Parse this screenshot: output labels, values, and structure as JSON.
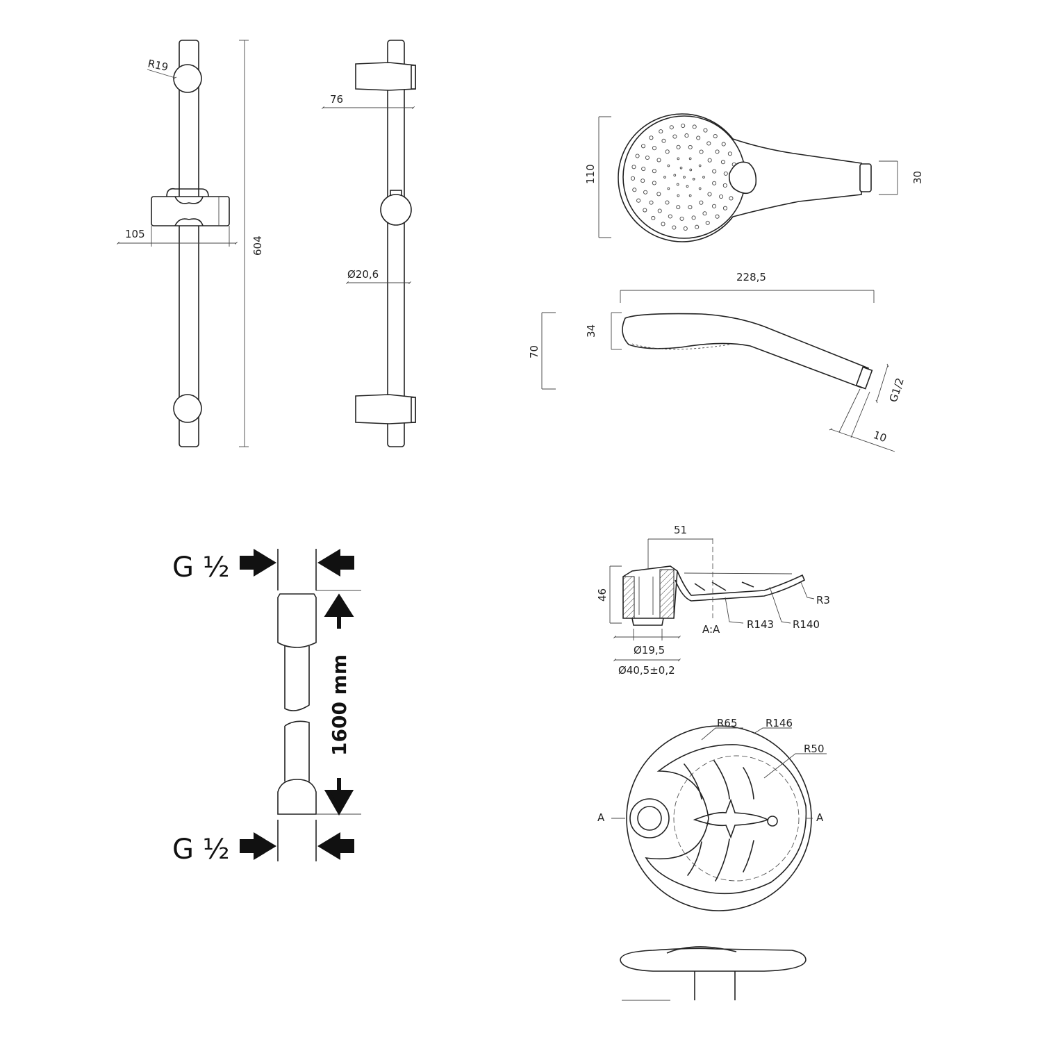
{
  "rail_front": {
    "radius_label": "R19",
    "width_label": "105",
    "height_label": "604"
  },
  "rail_side": {
    "depth_label": "76",
    "diameter_label": "Ø20,6"
  },
  "handshower_front": {
    "head_label": "110",
    "connector_label": "30"
  },
  "handshower_side": {
    "length_label": "228,5",
    "head_thickness_label": "34",
    "height_label": "70",
    "thread_label": "G1/2",
    "connector_length_label": "10"
  },
  "hose": {
    "top_thread_label": "G ½",
    "bottom_thread_label": "G ½",
    "length_label": "1600 mm"
  },
  "soap_dish_section": {
    "offset_label": "51",
    "height_label": "46",
    "r3_label": "R3",
    "r143_label": "R143",
    "r140_label": "R140",
    "section_label": "A:A",
    "inner_diameter_label": "Ø19,5",
    "outer_diameter_label": "Ø40,5±0,2"
  },
  "soap_dish_plan": {
    "r65_label": "R65",
    "r146_label": "R146",
    "r50_label": "R50",
    "section_left_label": "A",
    "section_right_label": "A"
  }
}
